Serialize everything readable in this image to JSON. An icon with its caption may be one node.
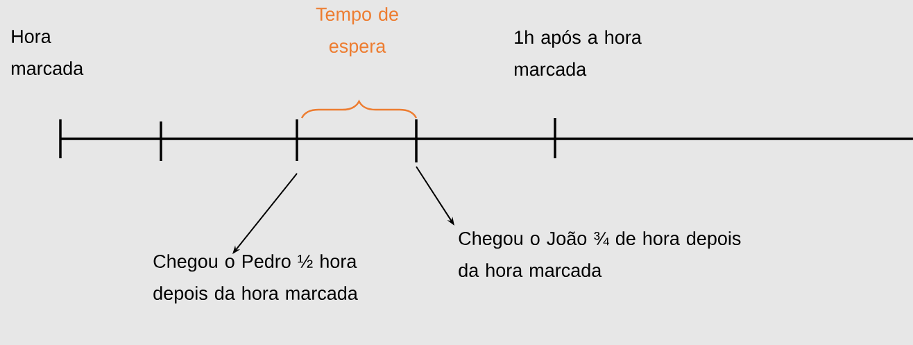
{
  "diagram": {
    "nodes": [
      {
        "text": [
          "Chegou o Pedro ½ hora depois da hora marcada"
        ]
      },
      {
        "text": [
          "Chegou o João ¾ de hora depois da hora marcada"
        ]
      }
    ],
    "edges": [
      {
        "from": null,
        "to": 0,
        "arrow": "to"
      },
      {
        "from": null,
        "to": 1,
        "arrow": "to"
      }
    ],
    "labels": [
      "Hora marcada",
      "Tempo de espera",
      "1h após a hora marcada"
    ]
  }
}
